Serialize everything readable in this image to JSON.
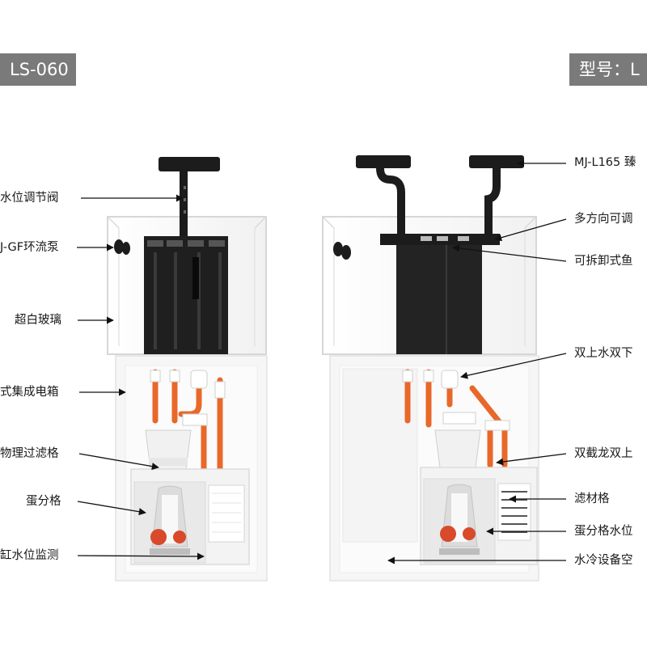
{
  "left_unit": {
    "model_tag": "LS-060",
    "labels": [
      "水位调节阀",
      "J-GF环流泵",
      "超白玻璃",
      "式集成电箱",
      "物理过滤格",
      "蛋分格",
      "缸水位监测"
    ]
  },
  "right_unit": {
    "model_tag": "型号：L",
    "labels": [
      "MJ-L165 臻",
      "多方向可调",
      "可拆卸式鱼",
      "双上水双下",
      "双截龙双上",
      "滤材格",
      "蛋分格水位",
      "水冷设备空"
    ]
  },
  "colors": {
    "tag_bg": "#7a7a7a",
    "pipe_orange": "#e8682a",
    "light_black": "#1c1c1c",
    "cabinet_white": "#f6f6f6"
  }
}
